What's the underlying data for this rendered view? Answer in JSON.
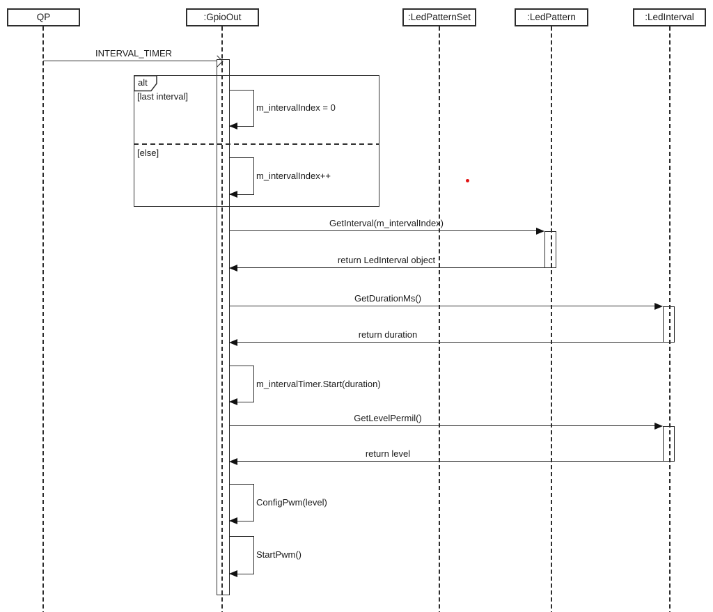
{
  "diagram_type": "uml-sequence-diagram",
  "lifelines": [
    {
      "label": "QP"
    },
    {
      "label": ":GpioOut"
    },
    {
      "label": ":LedPatternSet"
    },
    {
      "label": ":LedPattern"
    },
    {
      "label": ":LedInterval"
    }
  ],
  "fragment": {
    "operator": "alt",
    "guards": [
      {
        "label": "[last interval]"
      },
      {
        "label": "[else]"
      }
    ]
  },
  "messages": {
    "interval_timer": "INTERVAL_TIMER",
    "reset_index": "m_intervalIndex = 0",
    "increment_index": "m_intervalIndex++",
    "get_interval": "GetInterval(m_intervalIndex)",
    "return_interval": "return LedInterval object",
    "get_duration": "GetDurationMs()",
    "return_duration": "return duration",
    "start_timer": "m_intervalTimer.Start(duration)",
    "get_level": "GetLevelPermil()",
    "return_level": "return level",
    "config_pwm": "ConfigPwm(level)",
    "start_pwm": "StartPwm()"
  },
  "colors": {
    "line": "#2d2d2d",
    "background": "#ffffff",
    "red_dot": "#e11212"
  }
}
